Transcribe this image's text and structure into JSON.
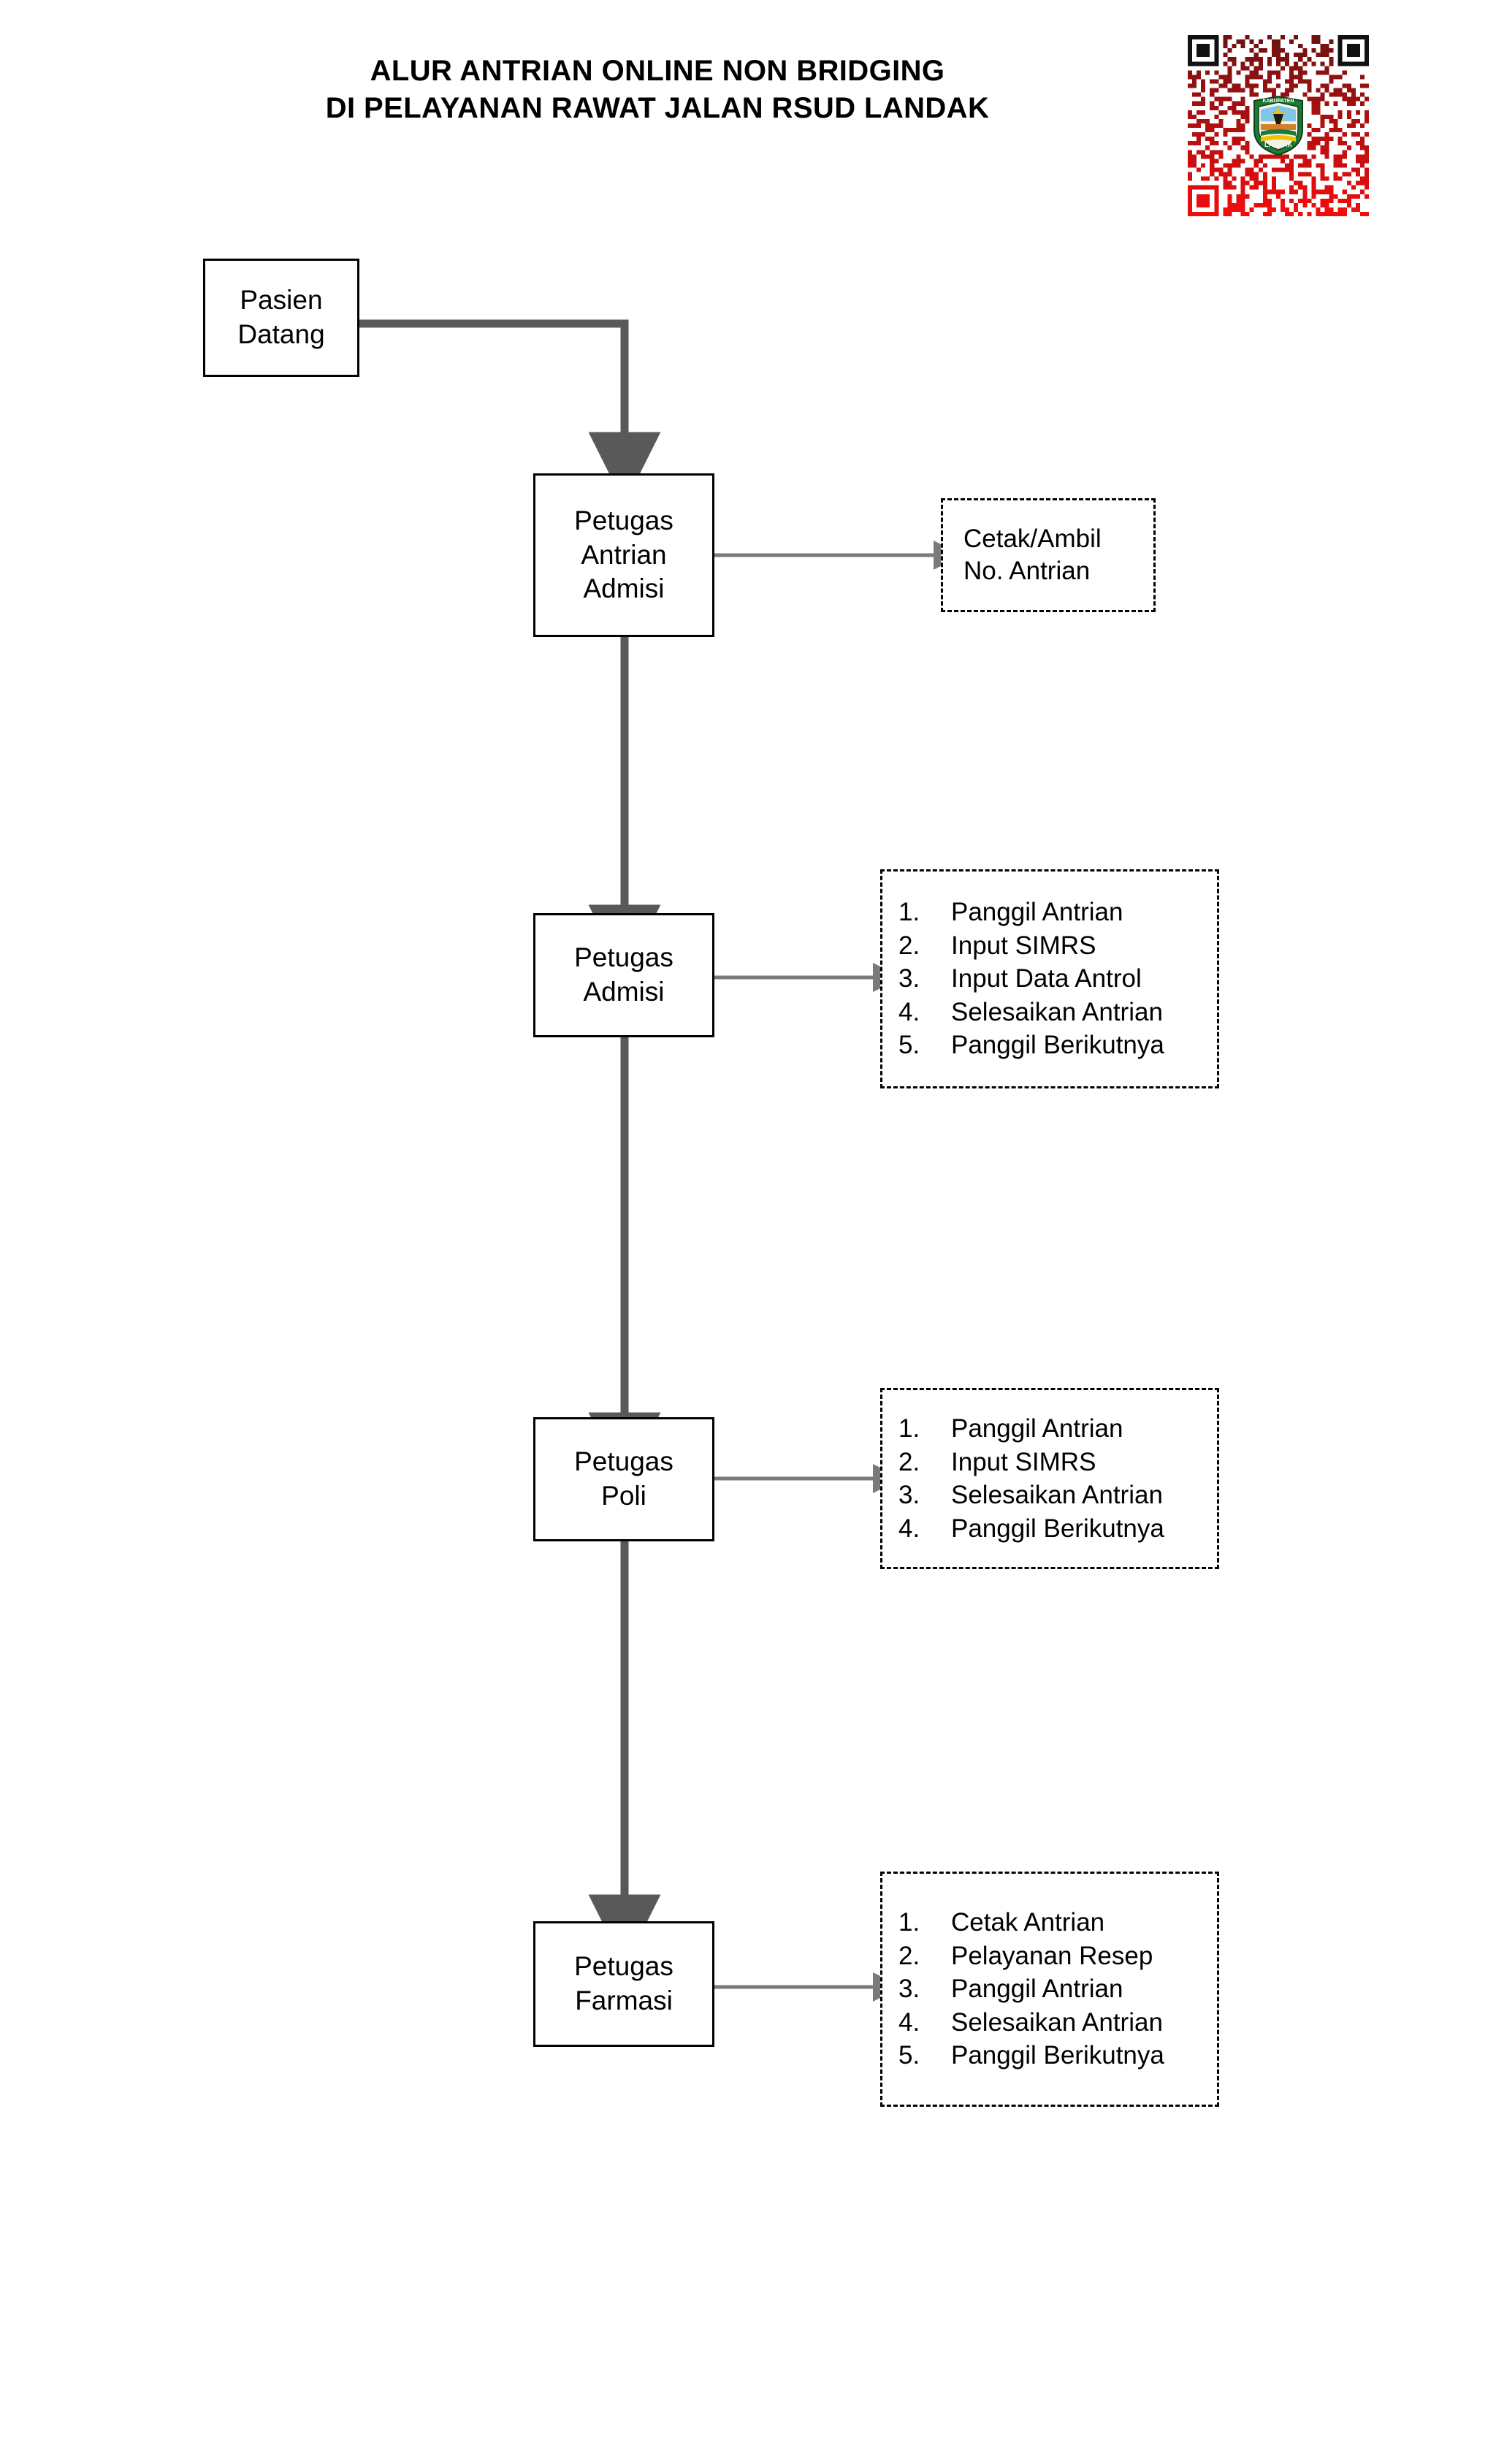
{
  "document": {
    "title_lines": [
      "ALUR ANTRIAN ONLINE NON BRIDGING",
      "DI PELAYANAN RAWAT JALAN RSUD LANDAK"
    ]
  },
  "qr": {
    "name": "qr-code",
    "color_dark_top": "#6e1212",
    "color_dark_bottom": "#f20d0d",
    "emblem": {
      "top_text": "KABUPATEN",
      "bottom_text": "LANDAK",
      "shield_color": "#1d7a34",
      "band_color": "#f2c200"
    }
  },
  "flow": {
    "nodes": [
      {
        "id": "pasien-datang",
        "lines": [
          "Pasien",
          "Datang"
        ]
      },
      {
        "id": "petugas-antrian-admisi",
        "lines": [
          "Petugas",
          "Antrian",
          "Admisi"
        ]
      },
      {
        "id": "petugas-admisi",
        "lines": [
          "Petugas",
          "Admisi"
        ]
      },
      {
        "id": "petugas-poli",
        "lines": [
          "Petugas",
          "Poli"
        ]
      },
      {
        "id": "petugas-farmasi",
        "lines": [
          "Petugas",
          "Farmasi"
        ]
      }
    ],
    "notes": [
      {
        "id": "note-antrian-admisi",
        "kind": "text",
        "lines": [
          "Cetak/Ambil",
          "No. Antrian"
        ]
      },
      {
        "id": "note-admisi",
        "kind": "list",
        "items": [
          {
            "num": "1.",
            "text": "Panggil Antrian"
          },
          {
            "num": "2.",
            "text": "Input SIMRS"
          },
          {
            "num": "3.",
            "text": "Input Data Antrol"
          },
          {
            "num": "4.",
            "text": "Selesaikan Antrian"
          },
          {
            "num": "5.",
            "text": "Panggil Berikutnya"
          }
        ]
      },
      {
        "id": "note-poli",
        "kind": "list",
        "items": [
          {
            "num": "1.",
            "text": "Panggil Antrian"
          },
          {
            "num": "2.",
            "text": "Input SIMRS"
          },
          {
            "num": "3.",
            "text": "Selesaikan Antrian"
          },
          {
            "num": "4.",
            "text": "Panggil Berikutnya"
          }
        ]
      },
      {
        "id": "note-farmasi",
        "kind": "list",
        "items": [
          {
            "num": "1.",
            "text": "Cetak Antrian"
          },
          {
            "num": "2.",
            "text": "Pelayanan Resep"
          },
          {
            "num": "3.",
            "text": "Panggil Antrian"
          },
          {
            "num": "4.",
            "text": "Selesaikan Antrian"
          },
          {
            "num": "5.",
            "text": "Panggil Berikutnya"
          }
        ]
      }
    ],
    "colors": {
      "main_connector": "#595959",
      "side_connector": "#7a7a7a",
      "node_border": "#000000",
      "background": "#ffffff"
    }
  }
}
